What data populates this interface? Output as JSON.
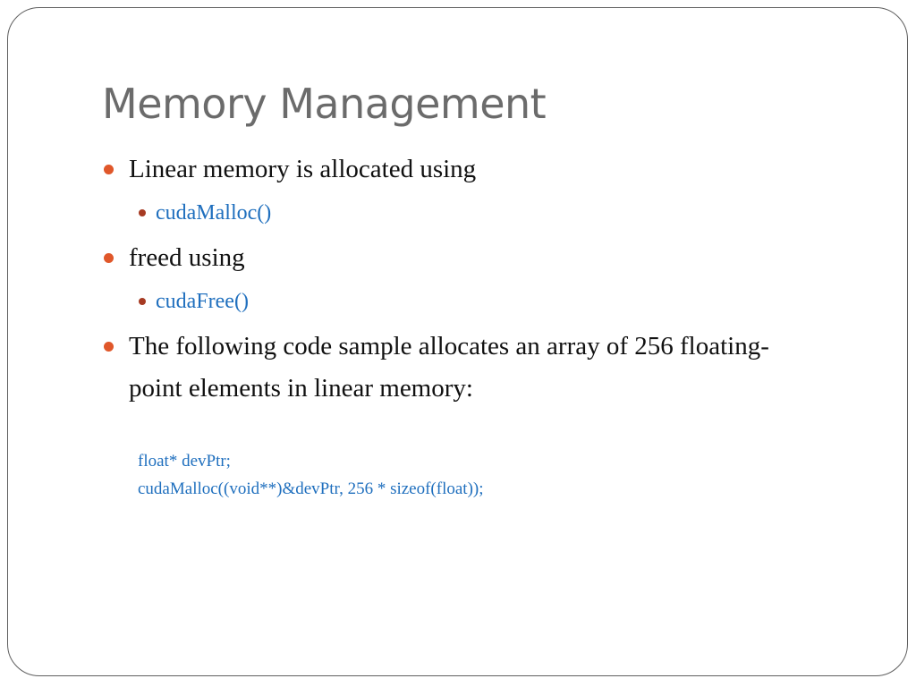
{
  "slide": {
    "title": "Memory Management",
    "bullets": [
      {
        "level": 1,
        "text": "Linear memory is allocated using"
      },
      {
        "level": 2,
        "text": "cudaMalloc()"
      },
      {
        "level": 1,
        "text": "freed using"
      },
      {
        "level": 2,
        "text": "cudaFree()"
      },
      {
        "level": 1,
        "line1": "The following code sample allocates an array of 256 floating-",
        "line2": "point elements in linear memory:"
      }
    ],
    "code": [
      "float* devPtr;",
      "cudaMalloc((void**)&devPtr, 256 * sizeof(float));"
    ]
  },
  "colors": {
    "title": "#6b6b6b",
    "body_text": "#111111",
    "code_text": "#1f6fbe",
    "bullet_level1": "#e0572a",
    "bullet_level2": "#a63a22",
    "frame_border": "#5f5f5f"
  }
}
